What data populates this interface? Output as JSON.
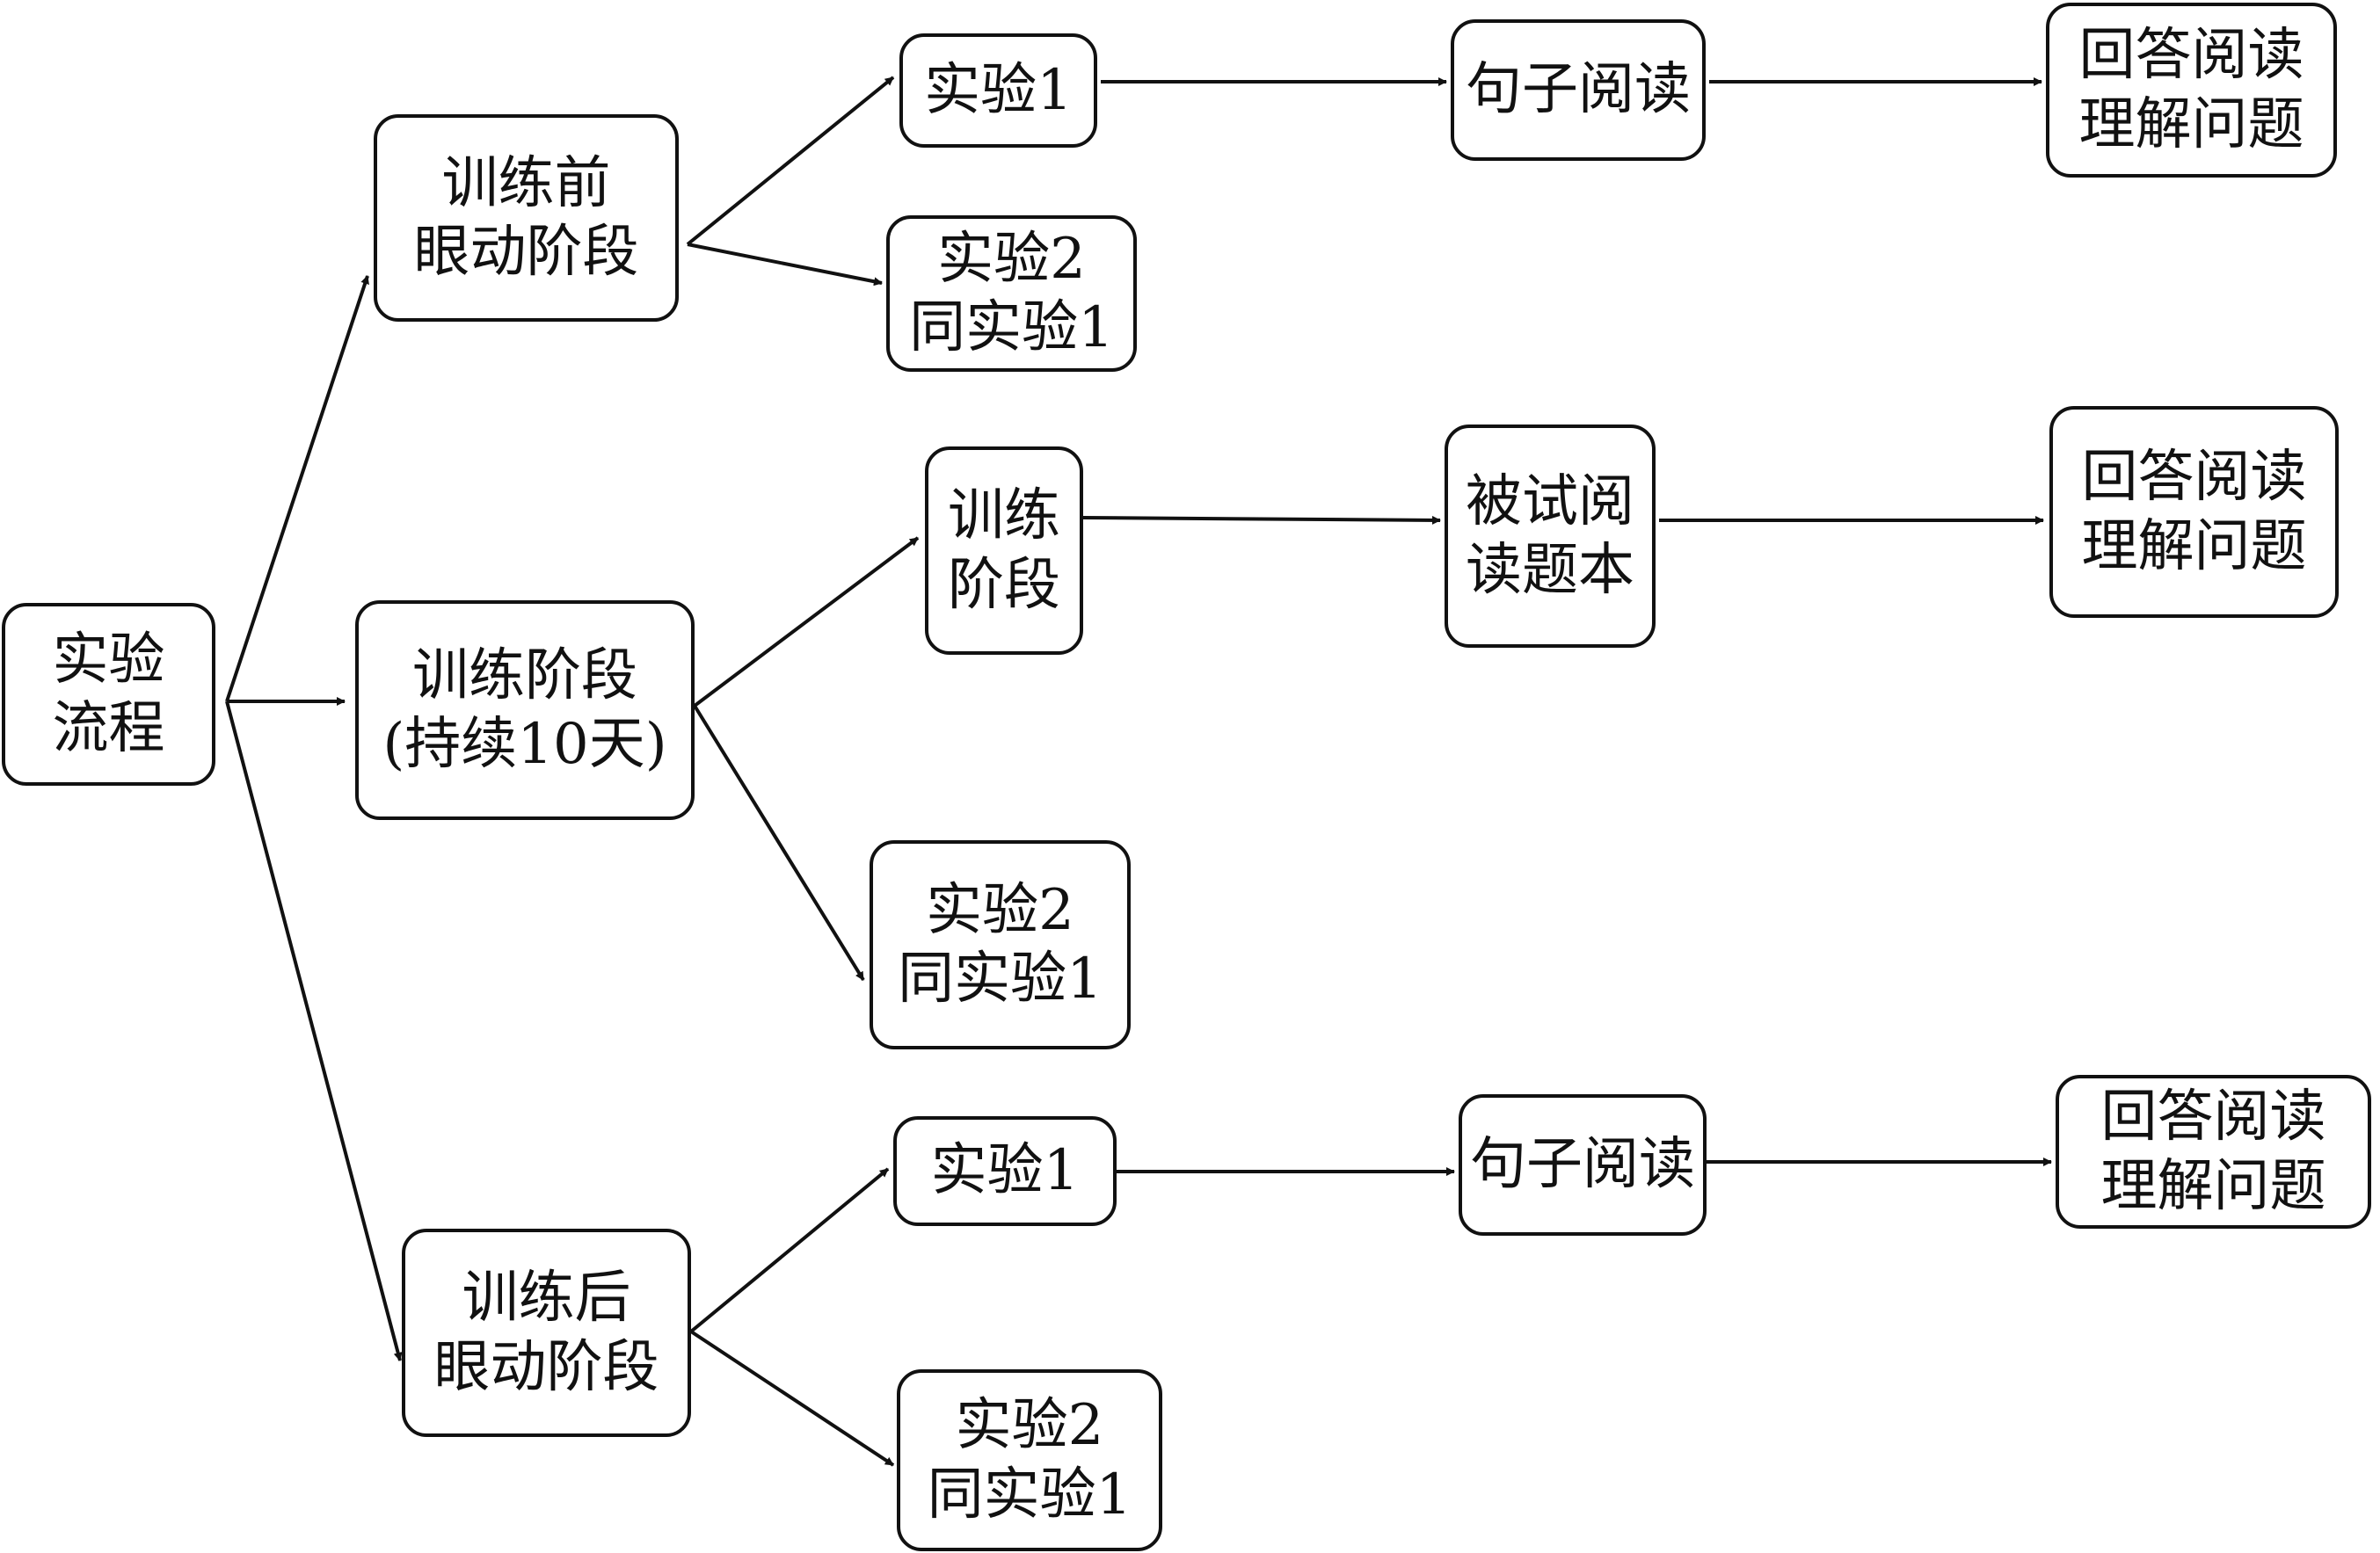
{
  "diagram": {
    "nodes": {
      "root": {
        "lines": [
          "实验",
          "流程"
        ]
      },
      "pre": {
        "lines": [
          "训练前",
          "眼动阶段"
        ]
      },
      "train": {
        "lines": [
          "训练阶段",
          "(持续10天)"
        ]
      },
      "post": {
        "lines": [
          "训练后",
          "眼动阶段"
        ]
      },
      "pre_exp1": {
        "lines": [
          "实验1"
        ]
      },
      "pre_exp2": {
        "lines": [
          "实验2",
          "同实验1"
        ]
      },
      "pre_read": {
        "lines": [
          "句子阅读"
        ]
      },
      "pre_answer": {
        "lines": [
          "回答阅读",
          "理解问题"
        ]
      },
      "train_stage": {
        "lines": [
          "训练",
          "阶段"
        ]
      },
      "train_exp2": {
        "lines": [
          "实验2",
          "同实验1"
        ]
      },
      "train_read": {
        "lines": [
          "被试阅",
          "读题本"
        ]
      },
      "train_answer": {
        "lines": [
          "回答阅读",
          "理解问题"
        ]
      },
      "post_exp1": {
        "lines": [
          "实验1"
        ]
      },
      "post_exp2": {
        "lines": [
          "实验2",
          "同实验1"
        ]
      },
      "post_read": {
        "lines": [
          "句子阅读"
        ]
      },
      "post_answer": {
        "lines": [
          "回答阅读",
          "理解问题"
        ]
      }
    }
  },
  "colors": {
    "stroke": "#111111",
    "background": "#ffffff"
  }
}
